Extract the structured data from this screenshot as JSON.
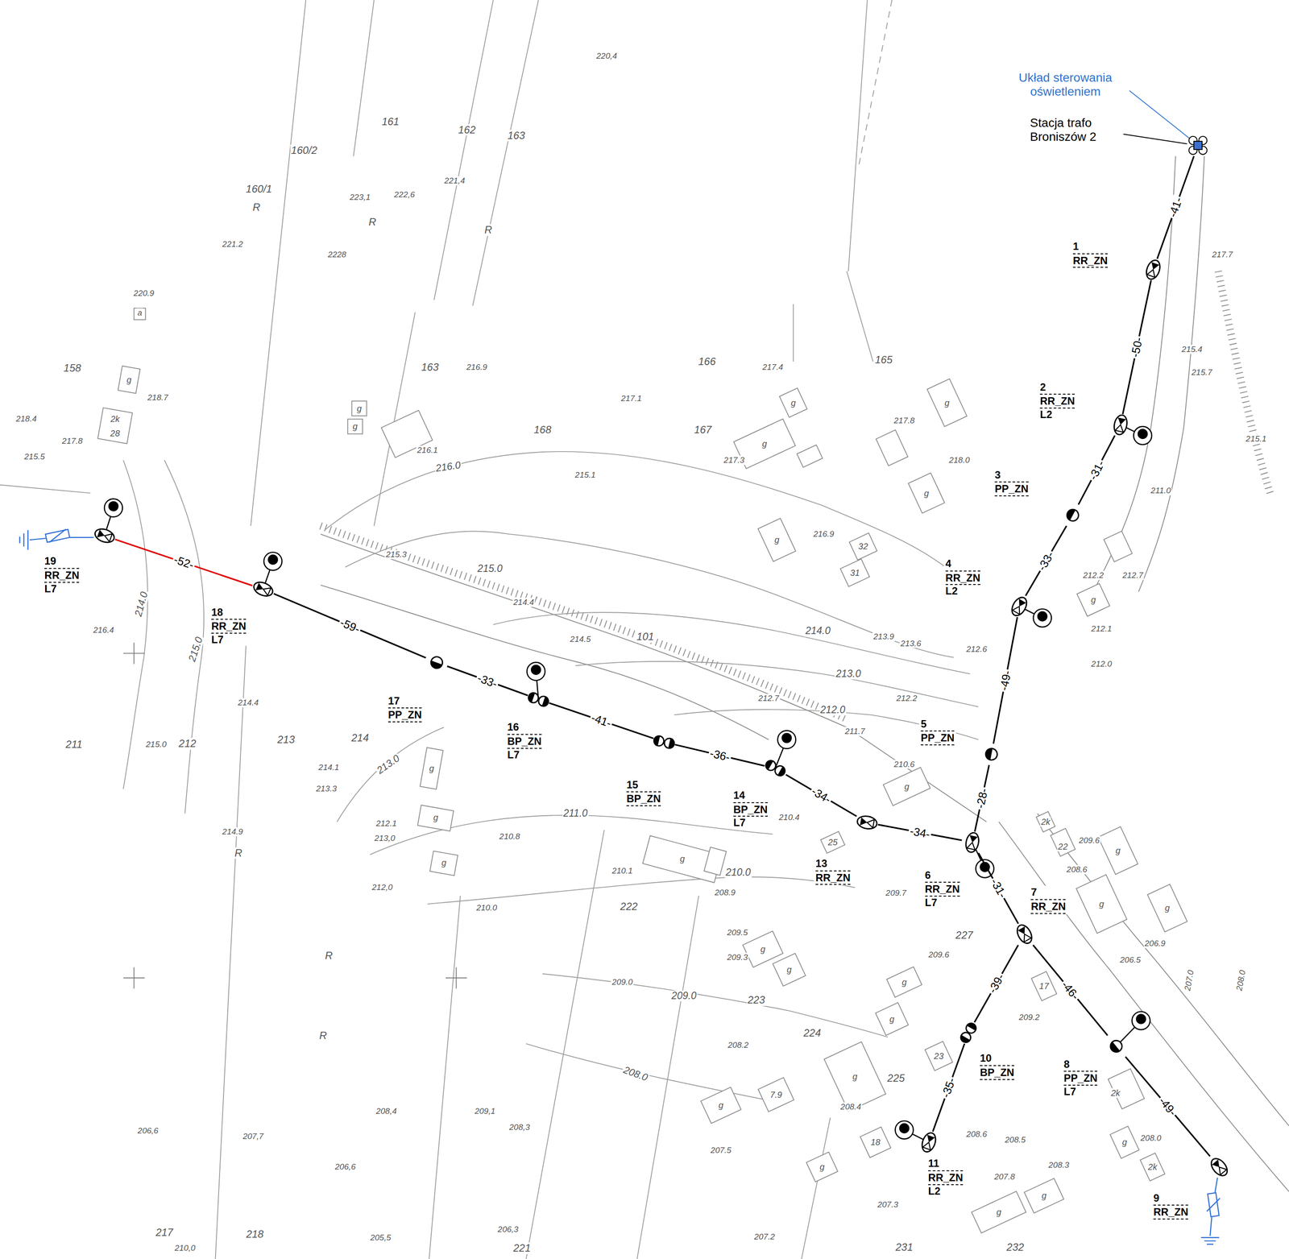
{
  "diagram": {
    "nodes": [
      {
        "text": [
          "Stacja trafo Broniszów 2"
        ]
      },
      {
        "text": [
          "1",
          "RR_ZN"
        ]
      },
      {
        "text": [
          "2",
          "RR_ZN",
          "L2"
        ]
      },
      {
        "text": [
          "3",
          "PP_ZN"
        ]
      },
      {
        "text": [
          "4",
          "RR_ZN",
          "L2"
        ]
      },
      {
        "text": [
          "5",
          "PP_ZN"
        ]
      },
      {
        "text": [
          "6",
          "RR_ZN",
          "L7"
        ]
      },
      {
        "text": [
          "7",
          "RR_ZN"
        ]
      },
      {
        "text": [
          "8",
          "PP_ZN",
          "L7"
        ]
      },
      {
        "text": [
          "9",
          "RR_ZN"
        ]
      },
      {
        "text": [
          "10",
          "BP_ZN"
        ]
      },
      {
        "text": [
          "11",
          "RR_ZN",
          "L2"
        ]
      },
      {
        "text": [
          "13",
          "RR_ZN"
        ]
      },
      {
        "text": [
          "14",
          "BP_ZN",
          "L7"
        ]
      },
      {
        "text": [
          "15",
          "BP_ZN"
        ]
      },
      {
        "text": [
          "16",
          "BP_ZN",
          "L7"
        ]
      },
      {
        "text": [
          "17",
          "PP_ZN"
        ]
      },
      {
        "text": [
          "18",
          "RR_ZN",
          "L7"
        ]
      },
      {
        "text": [
          "19",
          "RR_ZN",
          "L7"
        ]
      }
    ],
    "edges": [
      {
        "from": 0,
        "to": 1,
        "arrow": "none",
        "label": "-41-"
      },
      {
        "from": 1,
        "to": 2,
        "arrow": "none",
        "label": "-50-"
      },
      {
        "from": 2,
        "to": 3,
        "arrow": "none",
        "label": "-31-"
      },
      {
        "from": 3,
        "to": 4,
        "arrow": "none",
        "label": "-33-"
      },
      {
        "from": 4,
        "to": 5,
        "arrow": "none",
        "label": "-49-"
      },
      {
        "from": 5,
        "to": 6,
        "arrow": "none",
        "label": "-28-"
      },
      {
        "from": 6,
        "to": 12,
        "arrow": "none",
        "label": "-34-"
      },
      {
        "from": 12,
        "to": 13,
        "arrow": "none",
        "label": "-34-"
      },
      {
        "from": 13,
        "to": 14,
        "arrow": "none",
        "label": "-36-"
      },
      {
        "from": 14,
        "to": 15,
        "arrow": "none",
        "label": "-41-"
      },
      {
        "from": 15,
        "to": 16,
        "arrow": "none",
        "label": "-33-"
      },
      {
        "from": 16,
        "to": 17,
        "arrow": "none",
        "label": "-59-"
      },
      {
        "from": 17,
        "to": 18,
        "arrow": "none",
        "label": "-52-"
      },
      {
        "from": 6,
        "to": 7,
        "arrow": "none",
        "label": "-31-"
      },
      {
        "from": 7,
        "to": 10,
        "arrow": "none",
        "label": "-39-"
      },
      {
        "from": 10,
        "to": 11,
        "arrow": "none",
        "label": "-35-"
      },
      {
        "from": 7,
        "to": 8,
        "arrow": "none",
        "label": "-46-"
      },
      {
        "from": 8,
        "to": 9,
        "arrow": "none",
        "label": "-49-"
      }
    ],
    "labels": [
      "Układ sterowania oświetleniem",
      "220,4",
      "161",
      "162",
      "163",
      "160/2",
      "160/1",
      "R",
      "223,1",
      "222,6",
      "221,4",
      "R",
      "R",
      "221.2",
      "2228",
      "220.9",
      "a",
      "158",
      "g",
      "2k",
      "28",
      "218.7",
      "218.4",
      "217.8",
      "215.5",
      "216.4",
      "214.0",
      "215.0",
      "214.4",
      "211",
      "215.0",
      "212",
      "213",
      "214",
      "214.1",
      "213.3",
      "214.9",
      "213.0",
      "212.1",
      "213,0",
      "212,0",
      "210.0",
      "211.0",
      "210.8",
      "210.1",
      "210.0",
      "208.9",
      "222",
      "209.5",
      "209.3",
      "209.0",
      "209.0",
      "223",
      "224",
      "208.0",
      "208.2",
      "206,6",
      "207,7",
      "208,4",
      "209,1",
      "208,3",
      "206,6",
      "205,5",
      "206,3",
      "217",
      "218",
      "210,0",
      "221",
      "R",
      "R",
      "R",
      "163",
      "216.9",
      "166",
      "217.4",
      "165",
      "168",
      "167",
      "217.1",
      "217.3",
      "216.0",
      "215.1",
      "215.0",
      "216.1",
      "217.8",
      "218.0",
      "32",
      "31",
      "216.9",
      "215.3",
      "214.4",
      "214.5",
      "101",
      "214.0",
      "213.0",
      "212.0",
      "213.9",
      "213.6",
      "212.6",
      "211.7",
      "212.7",
      "212.2",
      "210.6",
      "211.0",
      "212.2",
      "212.7",
      "212.1",
      "212.0",
      "217.7",
      "215.4",
      "215.7",
      "215.1",
      "209.6",
      "208.6",
      "22",
      "2k",
      "25",
      "210.4",
      "209.7",
      "209.6",
      "227",
      "17",
      "209.2",
      "208.5",
      "208.3",
      "208.0",
      "206.9",
      "206.5",
      "207.0",
      "208.0",
      "23",
      "225",
      "208.4",
      "208.6",
      "18",
      "7.9",
      "207.5",
      "207.8",
      "231",
      "232",
      "207.2",
      "207.3",
      "2k",
      "2k",
      "g",
      "g",
      "g",
      "g",
      "g",
      "g",
      "g",
      "g",
      "g",
      "g",
      "g",
      "g",
      "g",
      "g",
      "g",
      "g",
      "g",
      "g",
      "g",
      "g",
      "g",
      "g",
      "g",
      "g",
      "g",
      "g"
    ]
  }
}
